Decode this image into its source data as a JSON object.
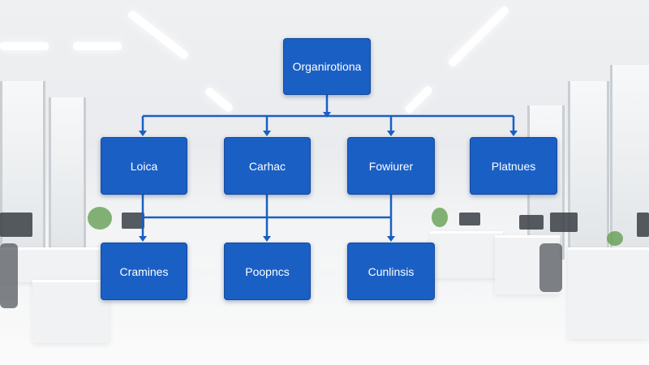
{
  "colors": {
    "node_fill": "#1a5fc4",
    "node_border": "#134a9c",
    "connector": "#1a5fc4",
    "node_text": "#ffffff"
  },
  "background": {
    "description_icon": "blurred-office-photo"
  },
  "diagram": {
    "root": {
      "label": "Organirotiona"
    },
    "level2": [
      {
        "label": "Loica"
      },
      {
        "label": "Carhac"
      },
      {
        "label": "Fowiurer"
      },
      {
        "label": "Platnues"
      }
    ],
    "level3": [
      {
        "label": "Cramines"
      },
      {
        "label": "Poopncs"
      },
      {
        "label": "Cunlinsis"
      }
    ]
  }
}
